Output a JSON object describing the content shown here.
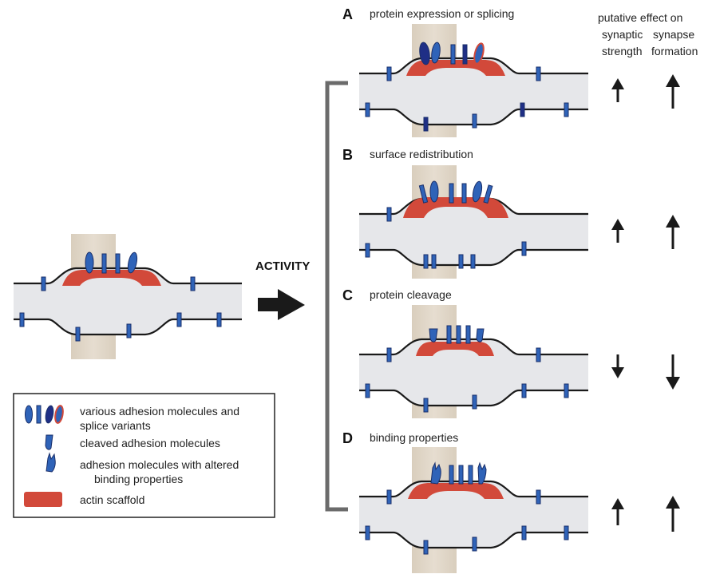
{
  "header": {
    "line1": "putative effect on",
    "col1": [
      "synaptic",
      "strength"
    ],
    "col2": [
      "synapse",
      "formation"
    ]
  },
  "activity_label": "ACTIVITY",
  "panels": [
    {
      "letter": "A",
      "title": "protein expression or splicing",
      "strength": "up",
      "formation": "up"
    },
    {
      "letter": "B",
      "title": "surface redistribution",
      "strength": "up",
      "formation": "up"
    },
    {
      "letter": "C",
      "title": "protein cleavage",
      "strength": "down",
      "formation": "down"
    },
    {
      "letter": "D",
      "title": "binding properties",
      "strength": "up",
      "formation": "up"
    }
  ],
  "legend": {
    "items": [
      {
        "icon": "adhesion-molecule-variants-icon",
        "lines": [
          "various adhesion molecules and",
          "splice variants"
        ]
      },
      {
        "icon": "cleaved-adhesion-molecule-icon",
        "lines": [
          "cleaved adhesion molecules"
        ]
      },
      {
        "icon": "altered-binding-molecule-icon",
        "lines": [
          "adhesion molecules with altered",
          "binding properties"
        ]
      },
      {
        "icon": "actin-scaffold-icon",
        "lines": [
          "actin scaffold"
        ]
      }
    ]
  },
  "colors": {
    "membrane_fill": "#e6e7ea",
    "axon_fill": "#e2d9cc",
    "scaffold": "#d2493a",
    "molecule": "#2f63b8",
    "molecule_dark": "#1f2f86",
    "bracket": "#6b6b6b"
  }
}
